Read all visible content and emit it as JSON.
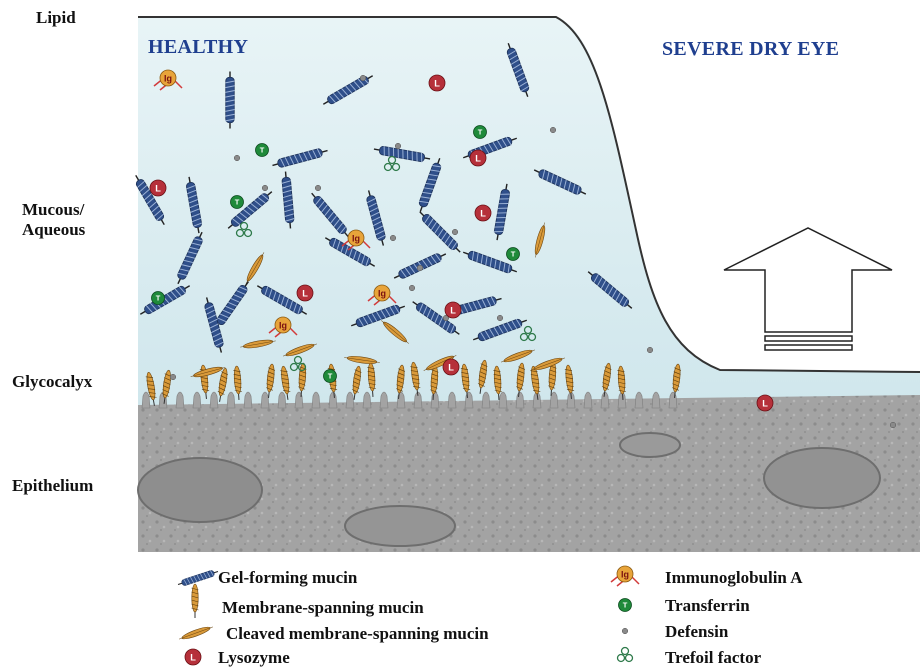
{
  "layers": {
    "lipid": "Lipid",
    "mucous_aqueous_line1": "Mucous/",
    "mucous_aqueous_line2": "Aqueous",
    "glycocalyx": "Glycocalyx",
    "epithelium": "Epithelium"
  },
  "sections": {
    "healthy": "HEALTHY",
    "severe": "SEVERE DRY EYE"
  },
  "markers": {
    "lysozyme": "L",
    "transferrin": "T",
    "immunoglobulin": "Ig"
  },
  "legend": {
    "gel_mucin": "Gel-forming mucin",
    "membrane_mucin": "Membrane-spanning mucin",
    "cleaved_mucin": "Cleaved membrane-spanning mucin",
    "lysozyme": "Lysozyme",
    "immunoglobulin": "Immunoglobulin A",
    "transferrin": "Transferrin",
    "defensin": "Defensin",
    "trefoil": "Trefoil factor"
  },
  "colors": {
    "aqueous": "#dceef2",
    "epithelium": "#9c9c9c",
    "gel_mucin": "#2f4f8a",
    "membrane_mucin": "#d99a3a",
    "lysozyme": "#b6303a",
    "transferrin": "#1f8a3a",
    "defensin": "#8a8a8a",
    "trefoil": "#2e7a4a",
    "title_blue": "#1f3f8f"
  }
}
